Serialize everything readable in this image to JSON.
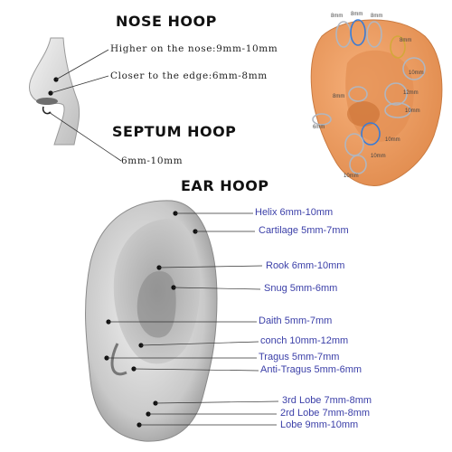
{
  "nose": {
    "title": "NOSE HOOP",
    "higher": "Higher on the nose:9mm-10mm",
    "closer": "Closer to the edge:6mm-8mm"
  },
  "septum": {
    "title": "SEPTUM HOOP",
    "size": "6mm-10mm"
  },
  "ear": {
    "title": "EAR HOOP",
    "label_color": "#3b3fa8",
    "labels": [
      "Helix 6mm-10mm",
      "Cartilage 5mm-7mm",
      "Rook 6mm-10mm",
      "Snug 5mm-6mm",
      "Daith 5mm-7mm",
      "conch 10mm-12mm",
      "Tragus 5mm-7mm",
      "Anti-Tragus 5mm-6mm",
      "3rd Lobe 7mm-8mm",
      "2rd Lobe 7mm-8mm",
      "Lobe 9mm-10mm"
    ]
  },
  "model_ear": {
    "skin_color": "#f0a067",
    "sizes": [
      "8mm",
      "8mm",
      "8mm",
      "8mm",
      "10mm",
      "8mm",
      "12mm",
      "6mm",
      "10mm",
      "10mm",
      "10mm",
      "10mm"
    ]
  }
}
